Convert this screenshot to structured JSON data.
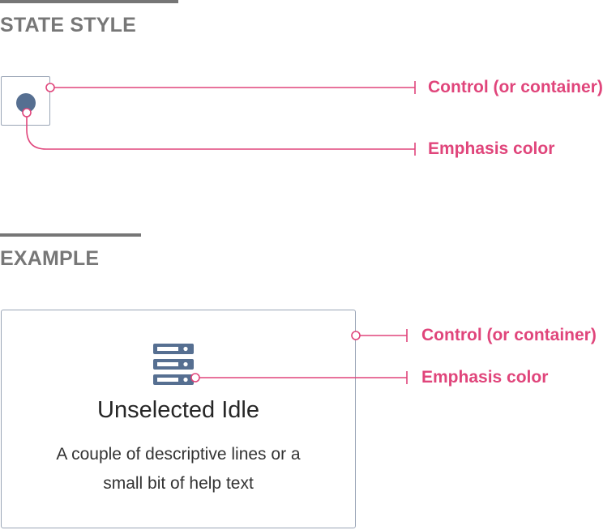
{
  "sections": {
    "state_style": {
      "title": "STATE STYLE"
    },
    "example": {
      "title": "EXAMPLE"
    }
  },
  "callouts": {
    "top_control": "Control (or container)",
    "top_emphasis": "Emphasis color",
    "example_control": "Control (or container)",
    "example_emphasis": "Emphasis color"
  },
  "card": {
    "icon": "server-icon",
    "title": "Unselected Idle",
    "description_line1": "A couple of descriptive lines or a",
    "description_line2": "small bit of help text"
  },
  "colors": {
    "annotation": "#e0457b",
    "emphasis": "#566f91",
    "control_border": "#9aa5b6",
    "section_rule": "#767676",
    "section_title": "#777777"
  }
}
